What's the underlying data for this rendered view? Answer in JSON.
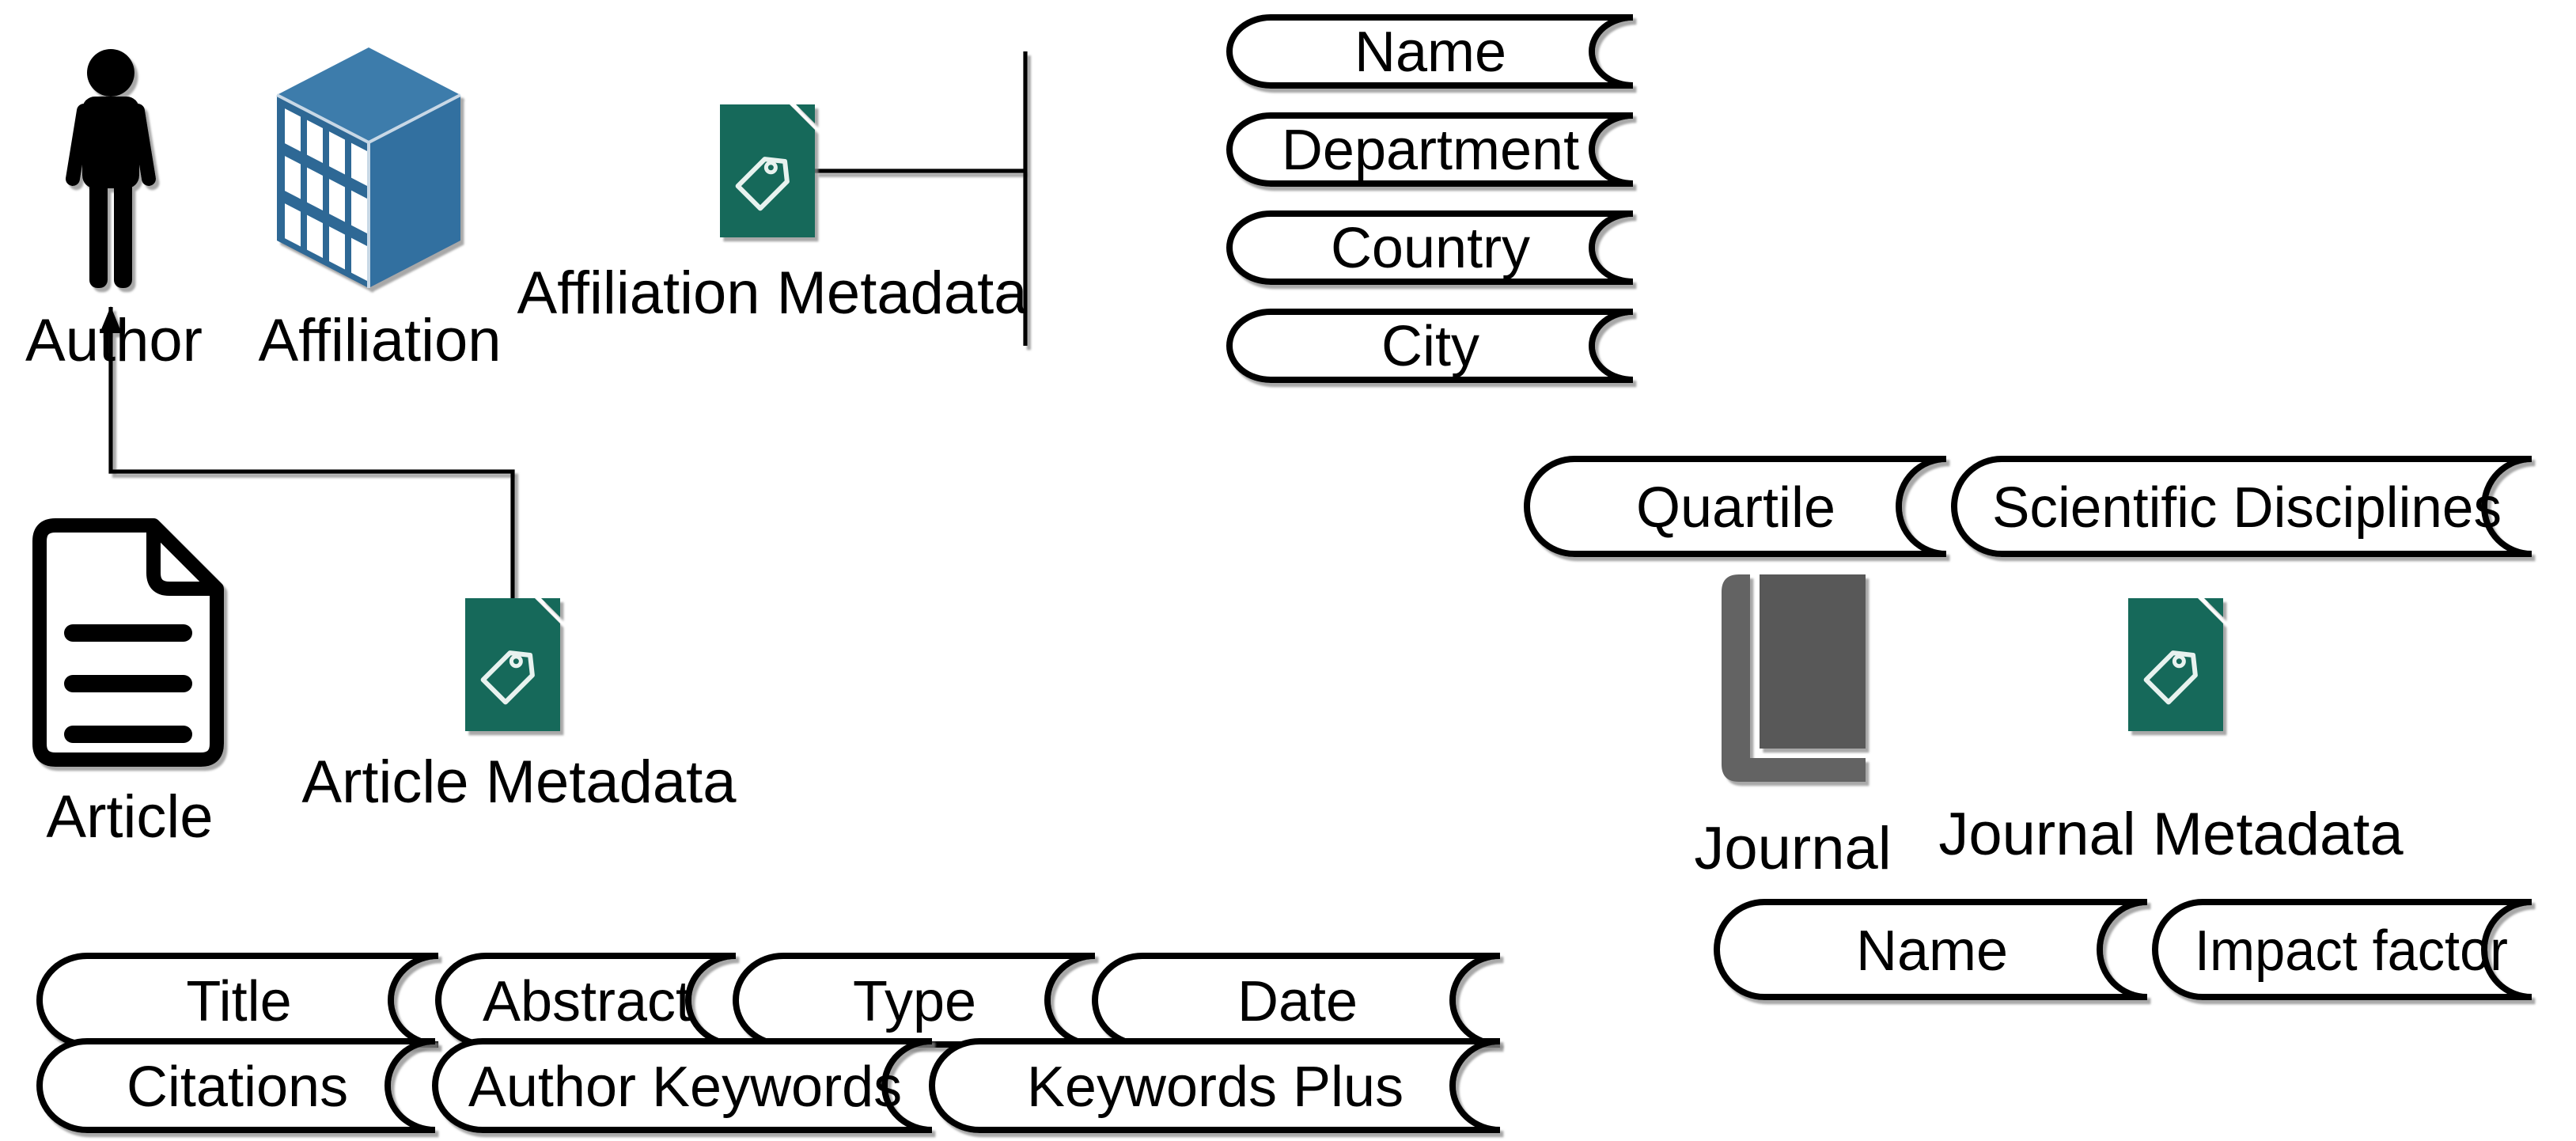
{
  "diagram": {
    "nodes": {
      "author": {
        "label": "Author"
      },
      "affiliation": {
        "label": "Affiliation"
      },
      "affiliation_metadata": {
        "label": "Affiliation Metadata"
      },
      "article": {
        "label": "Article"
      },
      "article_metadata": {
        "label": "Article Metadata"
      },
      "journal": {
        "label": "Journal"
      },
      "journal_metadata": {
        "label": "Journal Metadata"
      }
    },
    "affiliation_fields": [
      "Name",
      "Department",
      "Country",
      "City"
    ],
    "journal_quality_fields": [
      "Quartile",
      "Scientific Disciplines"
    ],
    "journal_fields": [
      "Name",
      "Impact factor"
    ],
    "article_fields_row1": [
      "Title",
      "Abstract",
      "Type",
      "Date"
    ],
    "article_fields_row2": [
      "Citations",
      "Author Keywords",
      "Keywords Plus"
    ],
    "colors": {
      "metadata_icon": "#16695a",
      "metadata_icon_detail": "#e8f2ef",
      "building_top": "#3e7cab",
      "building_side_left": "#2d6895",
      "building_side_right": "#316fa0",
      "building_edge": "#c8d8e6",
      "journal_cover": "#646464",
      "journal_pages": "#585858",
      "person": "#000000",
      "connector": "#000000",
      "shape_fill": "#ffffff",
      "text": "#000000"
    }
  }
}
